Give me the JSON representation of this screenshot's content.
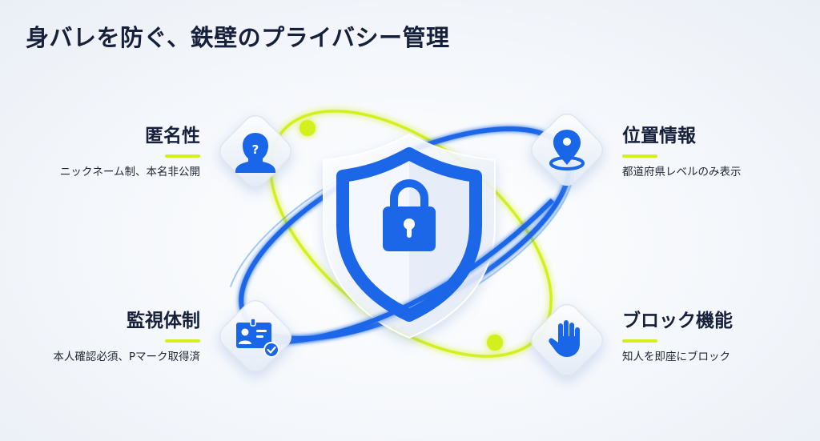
{
  "title": "身バレを防ぐ、鉄壁のプライバシー管理",
  "colors": {
    "accent_blue": "#1a66e8",
    "accent_green": "#d4f01a",
    "title_text": "#16203a",
    "background": "#f4f7fb"
  },
  "center": {
    "icon": "shield-lock-icon"
  },
  "features": [
    {
      "id": "anonymity",
      "title": "匿名性",
      "subtitle": "ニックネーム制、本名非公開",
      "icon": "anonymous-user-icon",
      "position": "top-left"
    },
    {
      "id": "location",
      "title": "位置情報",
      "subtitle": "都道府県レベルのみ表示",
      "icon": "location-pin-icon",
      "position": "top-right"
    },
    {
      "id": "monitoring",
      "title": "監視体制",
      "subtitle": "本人確認必須、Pマーク取得済",
      "icon": "verified-id-card-icon",
      "position": "bottom-left"
    },
    {
      "id": "blocking",
      "title": "ブロック機能",
      "subtitle": "知人を即座にブロック",
      "icon": "stop-hand-icon",
      "position": "bottom-right"
    }
  ]
}
